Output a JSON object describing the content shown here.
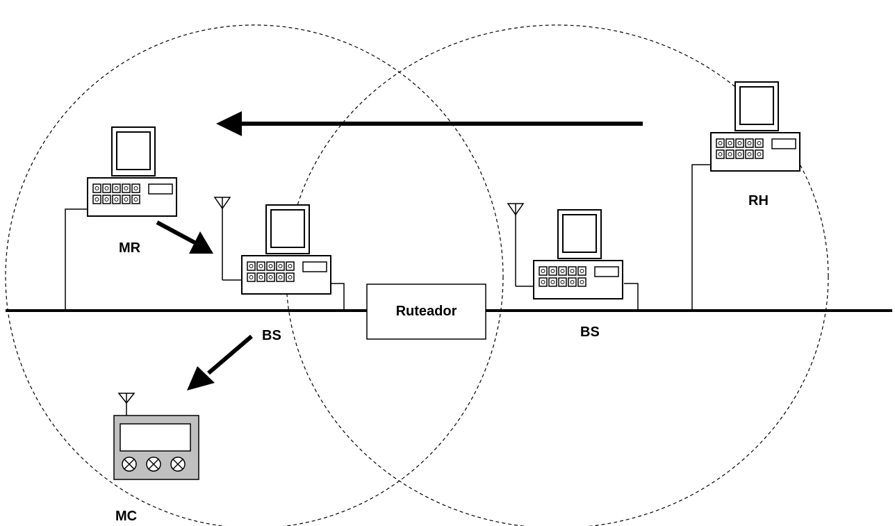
{
  "labels": {
    "router": "Ruteador",
    "mr": "MR",
    "rh": "RH",
    "bs_left": "BS",
    "bs_right": "BS",
    "mc": "MC"
  },
  "icons": {
    "mr": "desktop-computer-icon",
    "rh": "desktop-computer-icon",
    "bs_left": "base-station-computer-icon",
    "bs_right": "base-station-computer-icon",
    "mc": "mobile-device-icon"
  },
  "colors": {
    "line": "#000000",
    "background": "#ffffff",
    "mobile_device_fill": "#c0c0c0"
  }
}
